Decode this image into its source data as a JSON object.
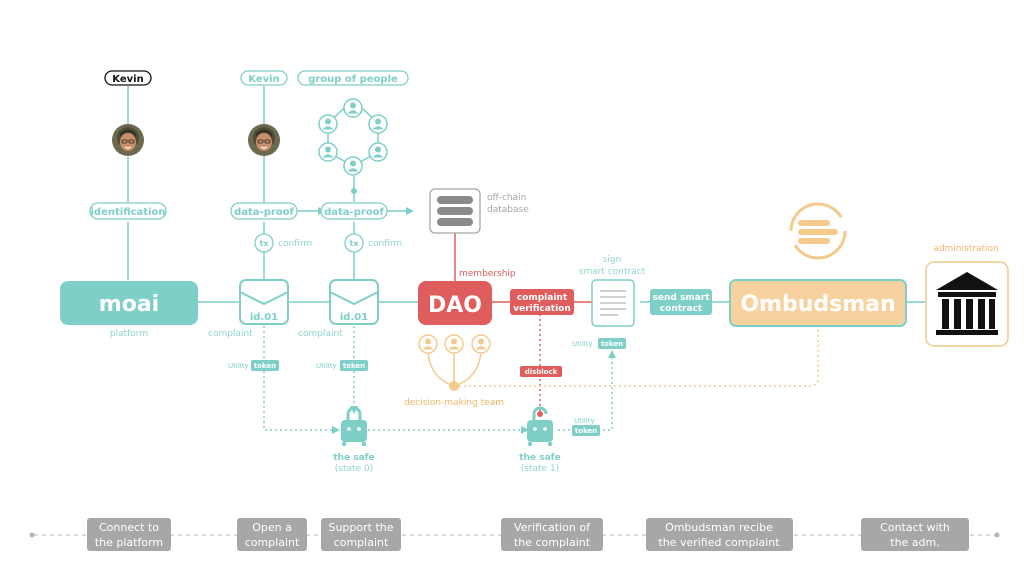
{
  "colors": {
    "teal": "#7ecfc8",
    "teal_dark": "#5fbfb6",
    "teal_text": "#8fd4ce",
    "red": "#e05d5d",
    "orange": "#f3c98c",
    "orange_text": "#efb66b",
    "gray": "#a6a6a6",
    "stage_box": "#a7a7a7",
    "black": "#111111"
  },
  "icons": [
    "avatar-photo-icon",
    "user-icon",
    "database-icon",
    "envelope-icon",
    "padlock-closed-icon",
    "padlock-open-icon",
    "contract-document-icon",
    "ombudsman-logo-icon",
    "bank-building-icon"
  ],
  "labels": {
    "kevin_1": "Kevin",
    "kevin_2": "Kevin",
    "group": "group of people",
    "identification": "identification",
    "data_proof_1": "data-proof",
    "data_proof_2": "data-proof",
    "offchain_1": "off-chain",
    "offchain_2": "database",
    "tx": "tx",
    "confirm": "confirm",
    "membership": "membership",
    "sign_1": "sign",
    "sign_2": "smart contract",
    "administration": "administration",
    "moai": "moai",
    "platform": "platform",
    "envelope_id": "id.01",
    "complaint": "complaint",
    "dao": "DAO",
    "complaint_verification_1": "complaint",
    "complaint_verification_2": "verification",
    "send_1": "send smart",
    "send_2": "contract",
    "ombudsman": "Ombudsman",
    "utility": "Utility",
    "token": "token",
    "disblock": "disblock",
    "decision_team": "decision-making team",
    "safe": "the safe",
    "state0": "(state 0)",
    "state1": "(state 1)"
  },
  "stages": [
    {
      "l1": "Connect to",
      "l2": "the platform"
    },
    {
      "l1": "Open a",
      "l2": "complaint"
    },
    {
      "l1": "Support the",
      "l2": "complaint"
    },
    {
      "l1": "Verification of",
      "l2": "the complaint"
    },
    {
      "l1": "Ombudsman recibe",
      "l2": "the verified complaint"
    },
    {
      "l1": "Contact with",
      "l2": "the adm."
    }
  ]
}
